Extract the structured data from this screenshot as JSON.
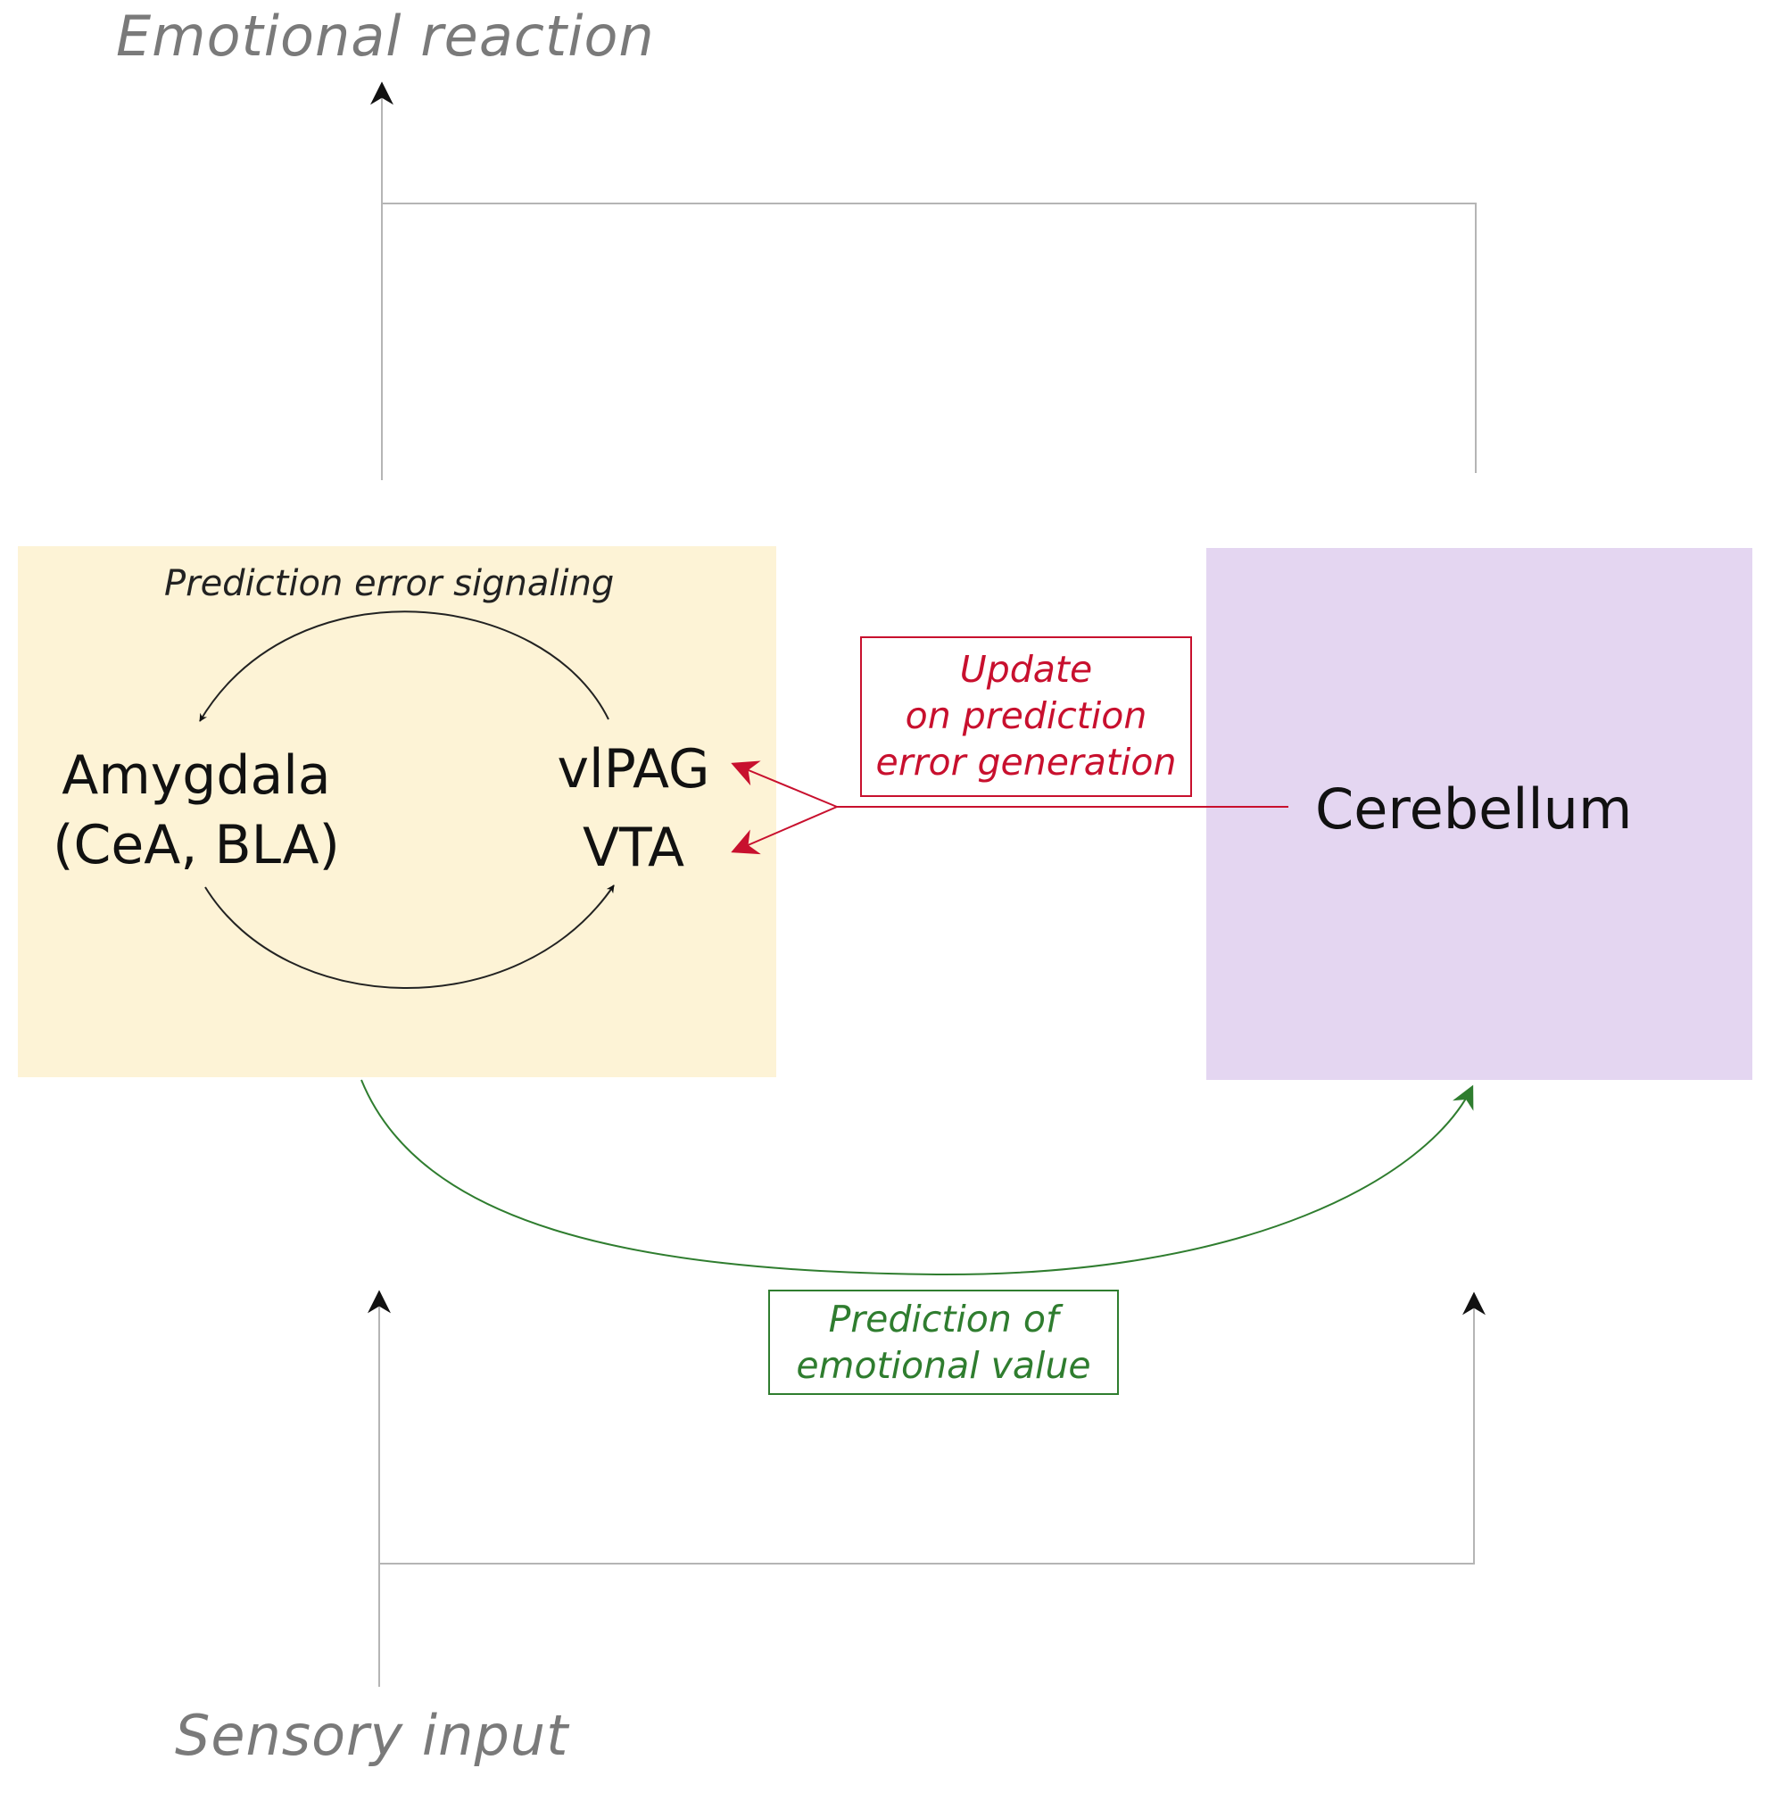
{
  "labels": {
    "emotional_reaction": "Emotional reaction",
    "sensory_input": "Sensory input",
    "prediction_error_signaling": "Prediction error signaling",
    "amygdala_line1": "Amygdala",
    "amygdala_line2": "(CeA, BLA)",
    "vlpag": "vlPAG",
    "vta": "VTA",
    "cerebellum": "Cerebellum",
    "update_line1": "Update",
    "update_line2": "on prediction",
    "update_line3": "error generation",
    "prediction_line1": "Prediction of",
    "prediction_line2": "emotional value"
  },
  "colors": {
    "amygdala_panel": "#fdf3d6",
    "cerebellum_panel": "#e4d6f1",
    "update_red": "#c8102e",
    "prediction_green": "#2f7d2f",
    "io_gray": "#7a7a7a",
    "connector_gray": "#b5b5b5"
  }
}
